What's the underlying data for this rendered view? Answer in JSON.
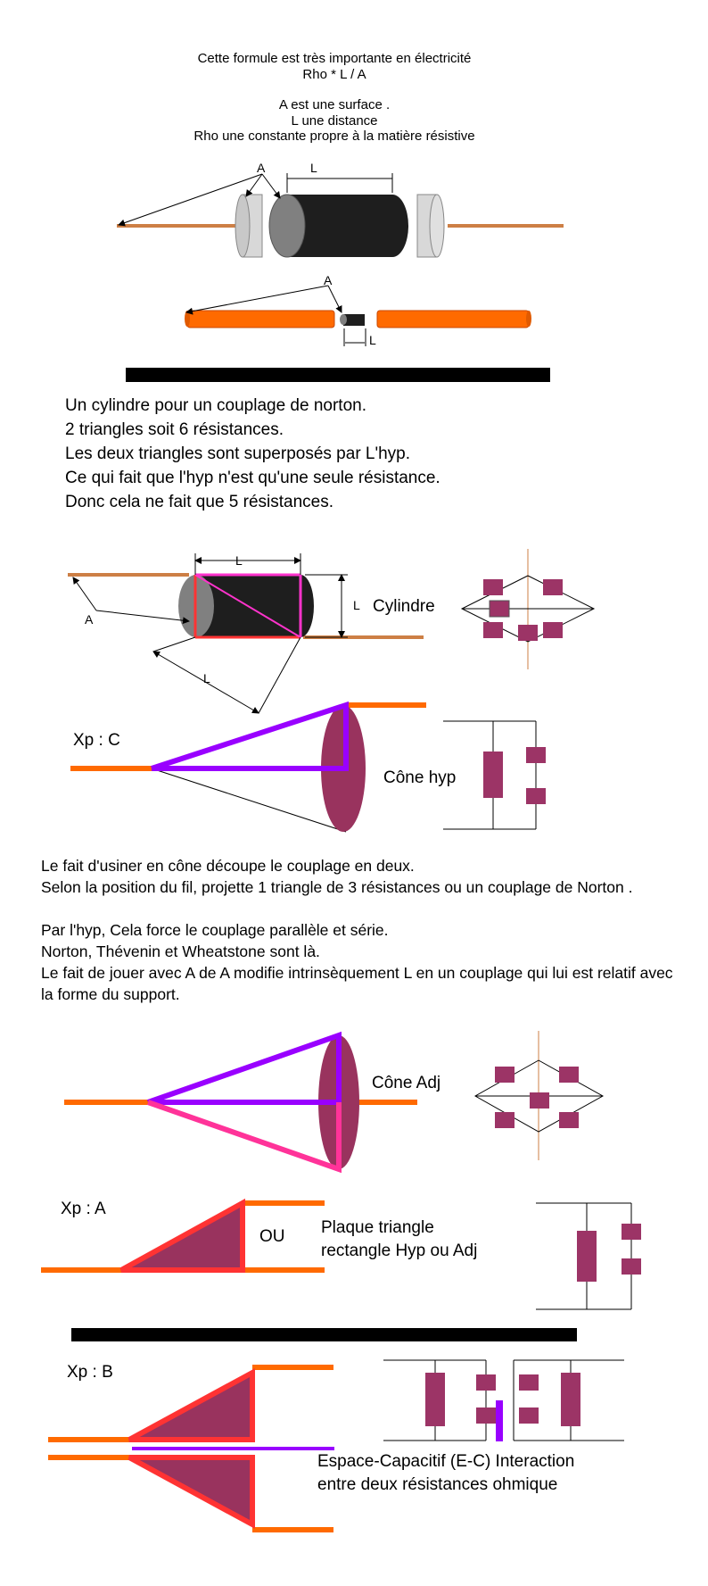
{
  "header": {
    "line1": "Cette formule est très importante en électricité",
    "line2": "Rho * L / A",
    "line3": "A est une surface .",
    "line4": "L une distance",
    "line5": "Rho une constante propre à la matière résistive"
  },
  "fig1": {
    "label_a": "A",
    "label_l": "L"
  },
  "fig2": {
    "label_a": "A",
    "label_l": "L"
  },
  "section1": {
    "lines": [
      "Un cylindre pour un couplage de norton.",
      "2 triangles soit 6 résistances.",
      "Les deux triangles sont superposés par L'hyp.",
      "Ce qui fait que l'hyp n'est qu'une seule résistance.",
      "Donc cela ne fait que 5 résistances."
    ]
  },
  "cylinder": {
    "label_l_top": "L",
    "label_l_side": "L",
    "label_l_bottom": "L",
    "label_a": "A",
    "name": "Cylindre"
  },
  "cone_hyp": {
    "xp": "Xp : C",
    "name": "Cône hyp"
  },
  "section2": {
    "l1": "Le fait d'usiner en cône découpe le couplage en deux.",
    "l2": "Selon la position du fil, projette 1 triangle de 3 résistances ou un couplage de Norton .",
    "l3": "Par l'hyp, Cela force le couplage parallèle et série.",
    "l4": "Norton, Thévenin et Wheatstone sont là.",
    "l5": "Le fait de jouer avec A de A modifie intrinsèquement L en un couplage qui lui est relatif avec la forme du support."
  },
  "cone_adj": {
    "name": "Cône Adj"
  },
  "plate": {
    "xp": "Xp : A",
    "ou": "OU",
    "name1": "Plaque triangle",
    "name2": "rectangle  Hyp ou Adj"
  },
  "capacitive": {
    "xp": "Xp : B",
    "caption1": "Espace-Capacitif (E-C) Interaction",
    "caption2": "entre deux résistances ohmique"
  },
  "colors": {
    "orange": "#ff6a00",
    "wire_brown": "#cd7f45",
    "resistor": "#9c3466",
    "purple": "#9900ff",
    "pink": "#ff3399",
    "red": "#ff3333",
    "cone": "#99335e"
  }
}
